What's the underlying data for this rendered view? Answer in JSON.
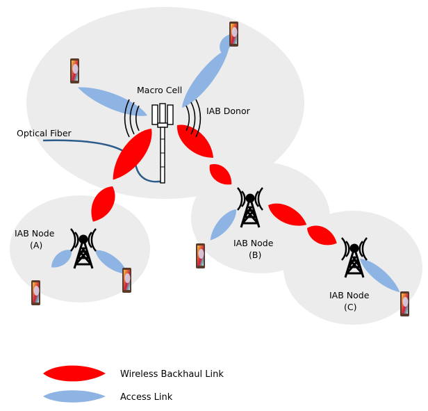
{
  "labels": {
    "macro_cell": "Macro Cell",
    "iab_donor": "IAB Donor",
    "optical_fiber": "Optical Fiber",
    "node_a_line1": "IAB Node",
    "node_a_line2": "(A)",
    "node_b_line1": "IAB Node",
    "node_b_line2": "(B)",
    "node_c_line1": "IAB Node",
    "node_c_line2": "(C)"
  },
  "legend": {
    "backhaul_label": "Wireless Backhaul Link",
    "access_label": "Access Link"
  },
  "colors": {
    "cell_fill": "#ececec",
    "backhaul": "#ff0000",
    "access": "#8eb4e3",
    "fiber": "#2e5c8a",
    "tower": "#000000"
  },
  "icons": [
    "phone-icon",
    "macro-tower-icon",
    "iab-tower-icon",
    "fiber-cable"
  ]
}
